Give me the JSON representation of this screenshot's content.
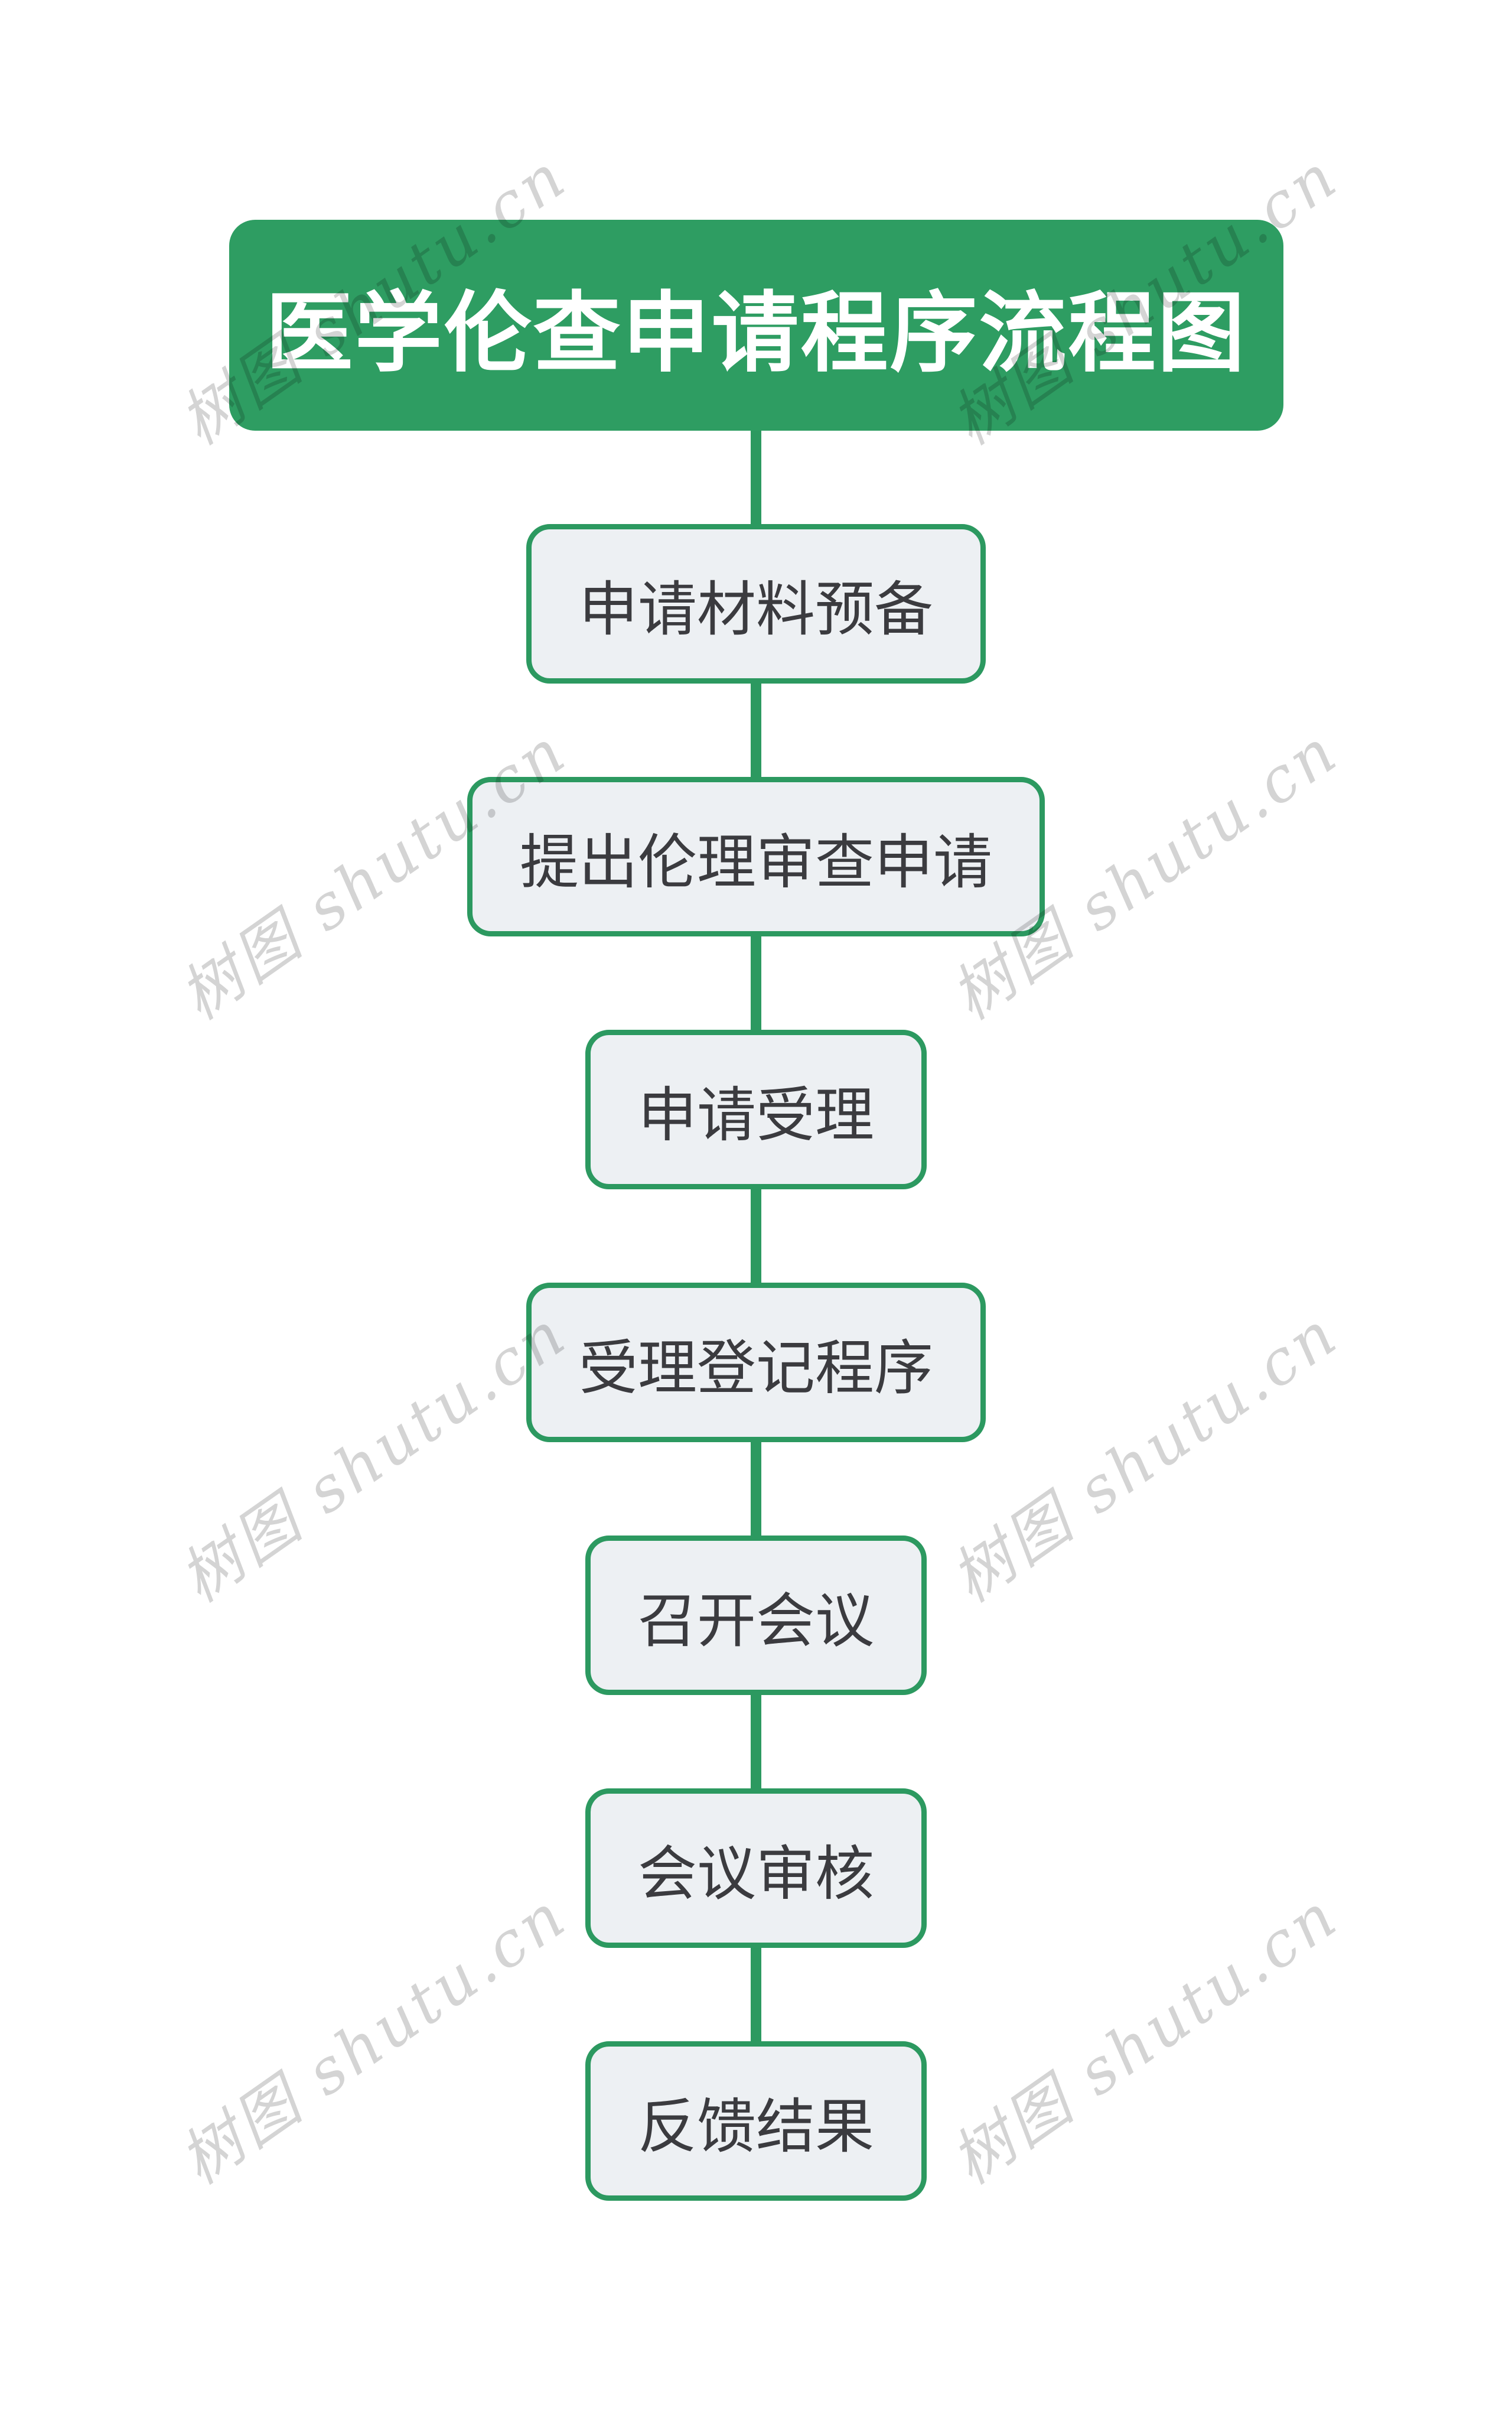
{
  "title": {
    "text": "医学伦查申请程序流程图"
  },
  "flow": {
    "nodes": [
      {
        "label": "申请材料预备"
      },
      {
        "label": "提出伦理审查申请"
      },
      {
        "label": "申请受理"
      },
      {
        "label": "受理登记程序"
      },
      {
        "label": "召开会议"
      },
      {
        "label": "会议审核"
      },
      {
        "label": "反馈结果"
      }
    ]
  },
  "watermark": {
    "text": "树图 shutu.cn"
  },
  "colors": {
    "title_bg": "#2E9D62",
    "title_text": "#FFFFFF",
    "node_border": "#2C9960",
    "node_bg": "#EDF0F3",
    "node_text": "#3B3B3F",
    "connector": "#2C9960",
    "watermark_text": "rgba(0,0,0,0.17)"
  }
}
